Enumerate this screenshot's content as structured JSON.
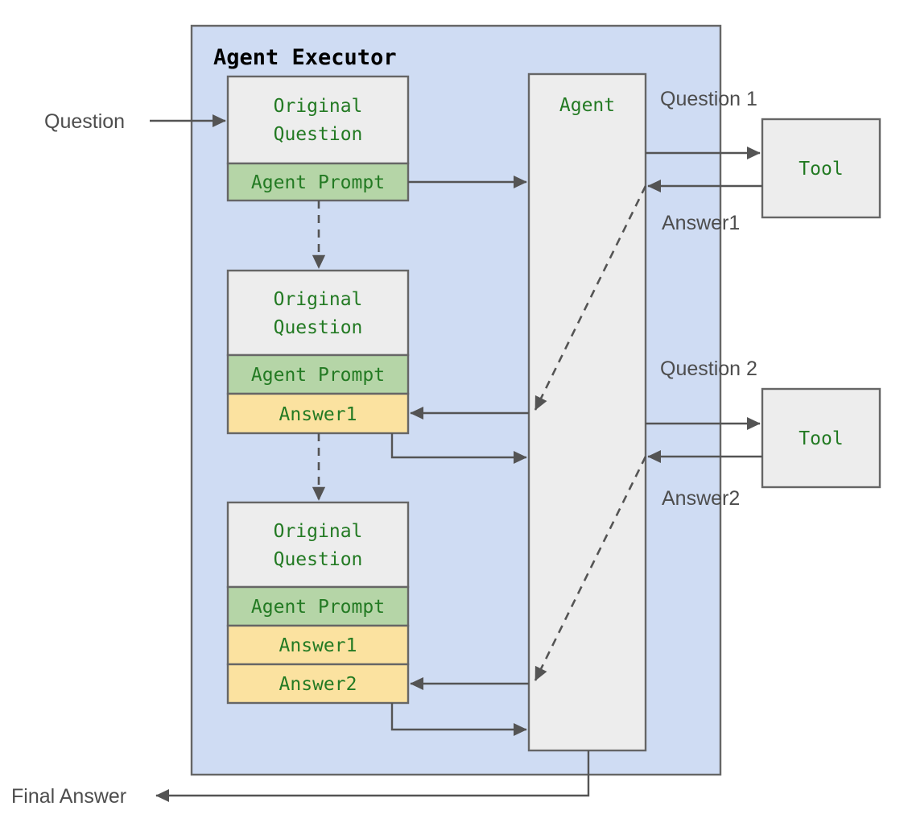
{
  "diagram": {
    "title": "Agent Executor",
    "colors": {
      "executor_fill": "#cfdcf3",
      "executor_stroke": "#666666",
      "neutral_fill": "#ededed",
      "prompt_fill": "#b5d5a7",
      "answer_fill": "#fbe2a0",
      "text_green": "#237a23",
      "text_gray": "#4d4d4d",
      "line": "#545454"
    },
    "external_labels": {
      "input": "Question",
      "output": "Final Answer"
    },
    "agent_column": {
      "label": "Agent"
    },
    "tools": [
      {
        "label": "Tool",
        "question_label": "Question 1",
        "answer_label": "Answer1"
      },
      {
        "label": "Tool",
        "question_label": "Question 2",
        "answer_label": "Answer2"
      }
    ],
    "prompt_stacks": [
      {
        "id": "stack-1",
        "rows": [
          {
            "kind": "question",
            "line1": "Original",
            "line2": "Question"
          },
          {
            "kind": "prompt",
            "line1": "Agent Prompt"
          }
        ]
      },
      {
        "id": "stack-2",
        "rows": [
          {
            "kind": "question",
            "line1": "Original",
            "line2": "Question"
          },
          {
            "kind": "prompt",
            "line1": "Agent Prompt"
          },
          {
            "kind": "answer",
            "line1": "Answer1"
          }
        ]
      },
      {
        "id": "stack-3",
        "rows": [
          {
            "kind": "question",
            "line1": "Original",
            "line2": "Question"
          },
          {
            "kind": "prompt",
            "line1": "Agent Prompt"
          },
          {
            "kind": "answer",
            "line1": "Answer1"
          },
          {
            "kind": "answer",
            "line1": "Answer2"
          }
        ]
      }
    ]
  }
}
